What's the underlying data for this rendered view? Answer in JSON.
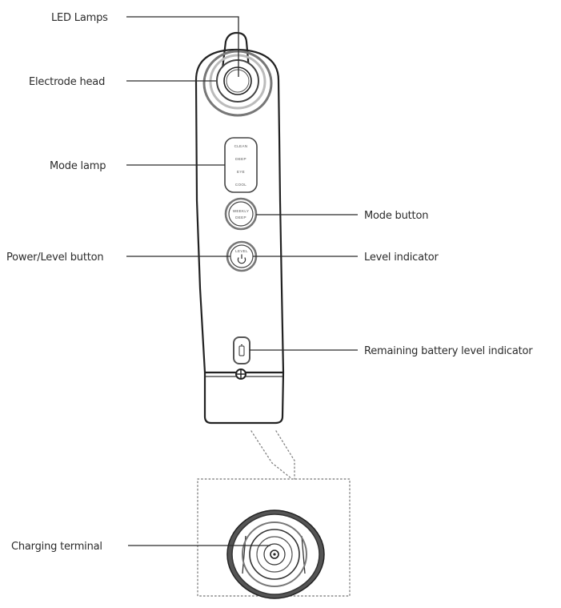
{
  "labels": {
    "led_lamps": "LED Lamps",
    "electrode_head": "Electrode head",
    "mode_lamp": "Mode lamp",
    "mode_button": "Mode button",
    "power_level_button": "Power/Level button",
    "level_indicator": "Level indicator",
    "remaining_battery": "Remaining battery level indicator",
    "charging_terminal": "Charging terminal"
  },
  "device": {
    "mode_lamp_items": [
      "CLEAN",
      "DEEP",
      "EYE",
      "COOL"
    ],
    "mode_button_text": [
      "WEEKLY",
      "DEEP"
    ],
    "level_text": "LEVEL"
  },
  "icons": {
    "power": "power-icon",
    "battery": "battery-icon",
    "screw": "screw-icon"
  }
}
